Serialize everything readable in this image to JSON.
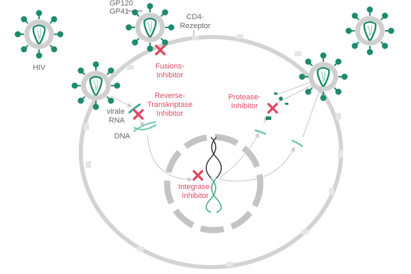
{
  "labels": {
    "hiv": "HIV",
    "gp120": "GP120",
    "gp41": "GP41",
    "cd4_line1": "CD4-",
    "cd4_line2": "Rezeptor",
    "viral_rna_line1": "virale",
    "viral_rna_line2": "RNA",
    "dna": "DNA"
  },
  "inhibitors": {
    "fusion": [
      "Fusions-",
      "Inhibitor"
    ],
    "reverse_transcriptase": [
      "Reverse-",
      "Transkriptase",
      "Inhibitor"
    ],
    "integrase": [
      "Integrase-",
      "Inhibitor"
    ],
    "protease": [
      "Protease-",
      "Inhibitor"
    ]
  },
  "colors": {
    "virus": "#1f8a6e",
    "inhibitor": "#e04a63",
    "membrane": "#cfcfcf"
  }
}
